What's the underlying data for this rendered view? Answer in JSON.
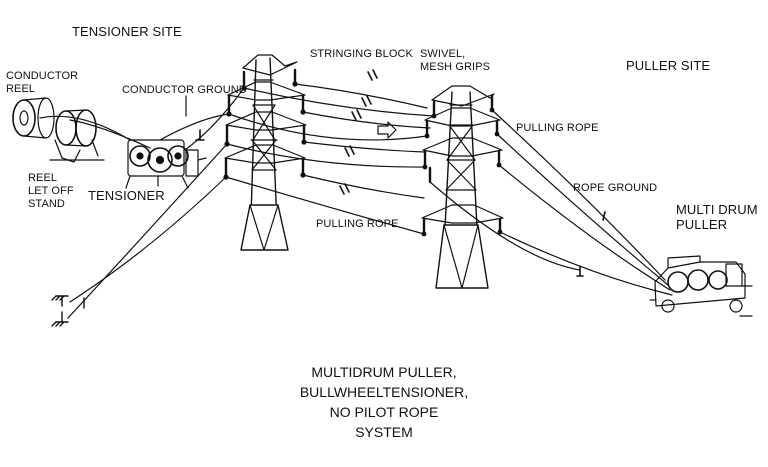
{
  "labels": {
    "tensioner_site": "TENSIONER SITE",
    "conductor_reel": [
      "CONDUCTOR",
      "REEL"
    ],
    "conductor_ground": "CONDUCTOR GROUND",
    "reel_stand": [
      "REEL",
      "LET OFF",
      "STAND"
    ],
    "tensioner": "TENSIONER",
    "stringing_block": "STRINGING BLOCK",
    "swivel": [
      "SWIVEL,",
      "MESH GRIPS"
    ],
    "puller_site": "PULLER SITE",
    "pulling_rope_right": "PULLING ROPE",
    "pulling_rope_bottom": "PULLING ROPE",
    "rope_ground": "ROPE GROUND",
    "multi_drum_puller": [
      "MULTI DRUM",
      "PULLER"
    ]
  },
  "caption": [
    "MULTIDRUM PULLER,",
    "BULLWHEELTENSIONER,",
    "NO PILOT ROPE",
    "SYSTEM"
  ],
  "colors": {
    "ink": "#111111",
    "background": "#ffffff"
  }
}
